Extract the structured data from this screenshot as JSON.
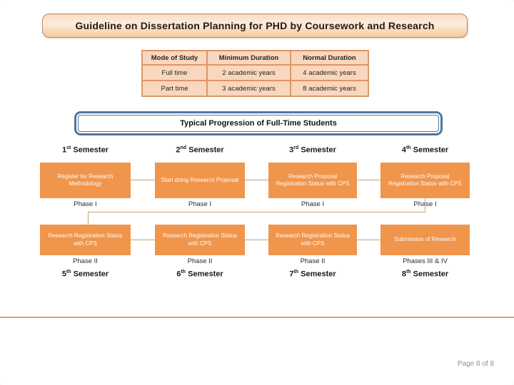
{
  "slide": {
    "title": "Guideline on Dissertation Planning for PHD by Coursework and Research",
    "page_label": "Page 8 of 8"
  },
  "duration_table": {
    "headers": [
      "Mode of Study",
      "Minimum Duration",
      "Normal Duration"
    ],
    "rows": [
      [
        "Full time",
        "2 academic years",
        "4 academic years"
      ],
      [
        "Part time",
        "3 academic years",
        "8 academic years"
      ]
    ]
  },
  "progression": {
    "banner": "Typical Progression of Full-Time Students",
    "columns": [
      {
        "top_num": "1",
        "top_ord": "st",
        "top_word": " Semester",
        "box1": "Register for Research Methodology",
        "phase1": "Phase I",
        "box2": "Research Registration Status with CPS",
        "phase2": "Phase II",
        "bottom_num": "5",
        "bottom_ord": "th",
        "bottom_word": " Semester"
      },
      {
        "top_num": "2",
        "top_ord": "nd",
        "top_word": " Semester",
        "box1": "Start doing Research Proposal",
        "phase1": "Phase I",
        "box2": "Research Registration Status with CPS",
        "phase2": "Phase II",
        "bottom_num": "6",
        "bottom_ord": "th",
        "bottom_word": " Semester"
      },
      {
        "top_num": "3",
        "top_ord": "rd",
        "top_word": " Semester",
        "box1": "Research Proposal Registration Status with CPS",
        "phase1": "Phase I",
        "box2": "Research Registration Status with CPS",
        "phase2": "Phase II",
        "bottom_num": "7",
        "bottom_ord": "th",
        "bottom_word": " Semester"
      },
      {
        "top_num": "4",
        "top_ord": "th",
        "top_word": " Semester",
        "box1": "Research Proposal Registration Status with CPS",
        "phase1": "Phase I",
        "box2": "Submission of Research",
        "phase2": "Phases III & IV",
        "bottom_num": "8",
        "bottom_ord": "th",
        "bottom_word": " Semester"
      }
    ]
  },
  "colors": {
    "box_orange": "#F0954C",
    "connector_tan": "#C9A36E",
    "banner_blue": "#51779E",
    "table_fill": "#F9D7BD",
    "table_border": "#DF9468",
    "title_border": "#C08B52",
    "title_gradient_top": "#F8DCC4",
    "title_gradient_bottom": "#F5C89E",
    "footer_line": "#CFA96F",
    "page_label_gray": "#8F8F8F"
  }
}
